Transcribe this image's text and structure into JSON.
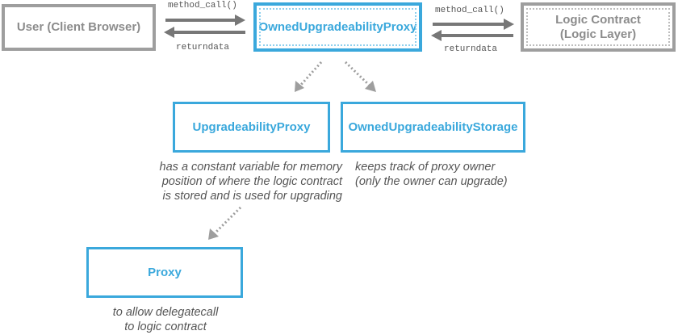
{
  "boxes": {
    "user": "User (Client Browser)",
    "owned_proxy": "OwnedUpgradeabilityProxy",
    "logic_line1": "Logic Contract",
    "logic_line2": "(Logic Layer)",
    "upgradeability_proxy": "UpgradeabilityProxy",
    "owned_storage": "OwnedUpgradeabilityStorage",
    "proxy": "Proxy"
  },
  "labels": {
    "left_method_call": "method_call()",
    "left_returndata": "returndata",
    "right_method_call": "method_call()",
    "right_returndata": "returndata"
  },
  "notes": {
    "upgradeability_proxy": "has a constant variable for memory\nposition of where the logic contract\nis stored and is used for upgrading",
    "owned_storage": "keeps track of proxy owner\n(only the owner can upgrade)",
    "proxy": "to allow delegatecall\nto logic contract"
  },
  "colors": {
    "blue": "#3aa8dc",
    "gray": "#9e9e9e"
  }
}
